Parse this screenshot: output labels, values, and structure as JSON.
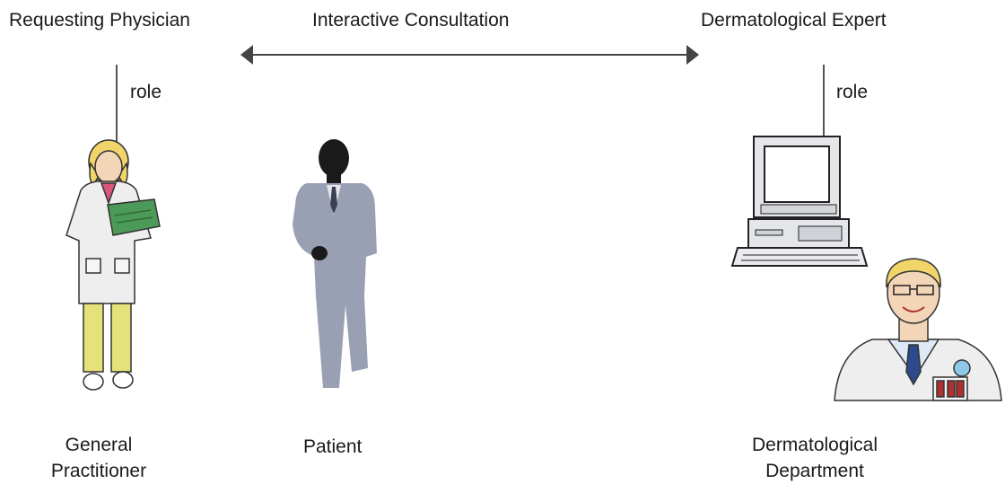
{
  "roles": {
    "left_title": "Requesting Physician",
    "center_title": "Interactive Consultation",
    "right_title": "Dermatological Expert",
    "left_role_label": "role",
    "right_role_label": "role"
  },
  "figures": {
    "general_practitioner": {
      "line1": "General",
      "line2": "Practitioner"
    },
    "patient": {
      "label": "Patient"
    },
    "dermatological_department": {
      "line1": "Dermatological",
      "line2": "Department"
    }
  },
  "colors": {
    "text": "#1a1a1a",
    "arrow": "#444444",
    "coat": "#eeeeee",
    "trousers": "#e6e27a",
    "clipboard": "#4c9a5a",
    "hair": "#f1d56a",
    "skin": "#f3d5b8",
    "patient_suit": "#9aa0b3",
    "patient_head": "#1a1a1a",
    "monitor": "#e4e6ea",
    "tie_blue": "#2c4a8c"
  }
}
